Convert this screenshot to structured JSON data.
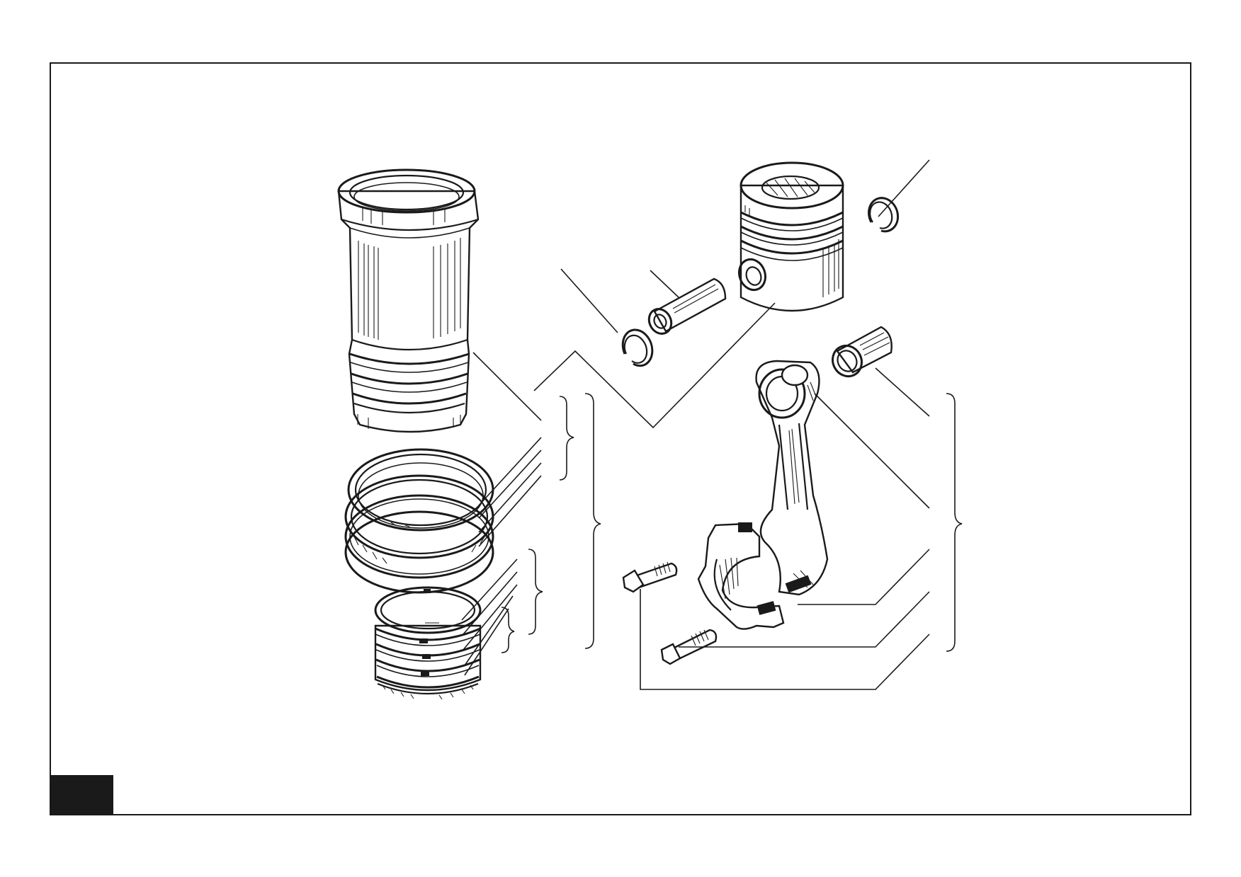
{
  "diagram": {
    "kind": "exploded parts view",
    "parts": [
      "cylinder-liner",
      "liner-seal-rings",
      "piston-rings",
      "piston",
      "piston-pin",
      "pin-circlip-left",
      "pin-circlip-right",
      "small-end-bushing",
      "connecting-rod",
      "connecting-rod-cap",
      "rod-bolt-upper",
      "rod-bolt-lower"
    ],
    "callout_labels": []
  },
  "colors": {
    "ink": "#1a1a1a",
    "paper": "#ffffff",
    "tab": "#1a1a1a"
  }
}
